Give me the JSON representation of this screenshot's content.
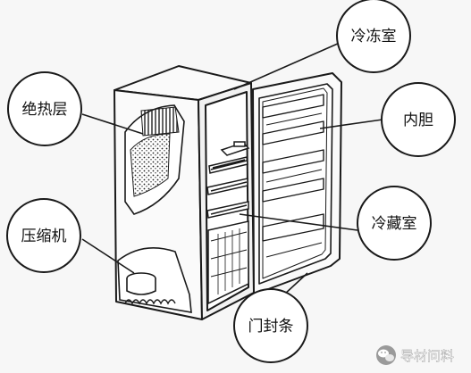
{
  "labels": {
    "freezer": "冷冻室",
    "insulation": "绝热层",
    "inner_liner": "内胆",
    "compressor": "压缩机",
    "fridge_compartment": "冷藏室",
    "door_gasket": "门封条"
  },
  "watermark": {
    "text": "导材问料",
    "icon": "wechat-icon"
  },
  "colors": {
    "line": "#1a1a1a",
    "background": "#f7f7f7"
  }
}
